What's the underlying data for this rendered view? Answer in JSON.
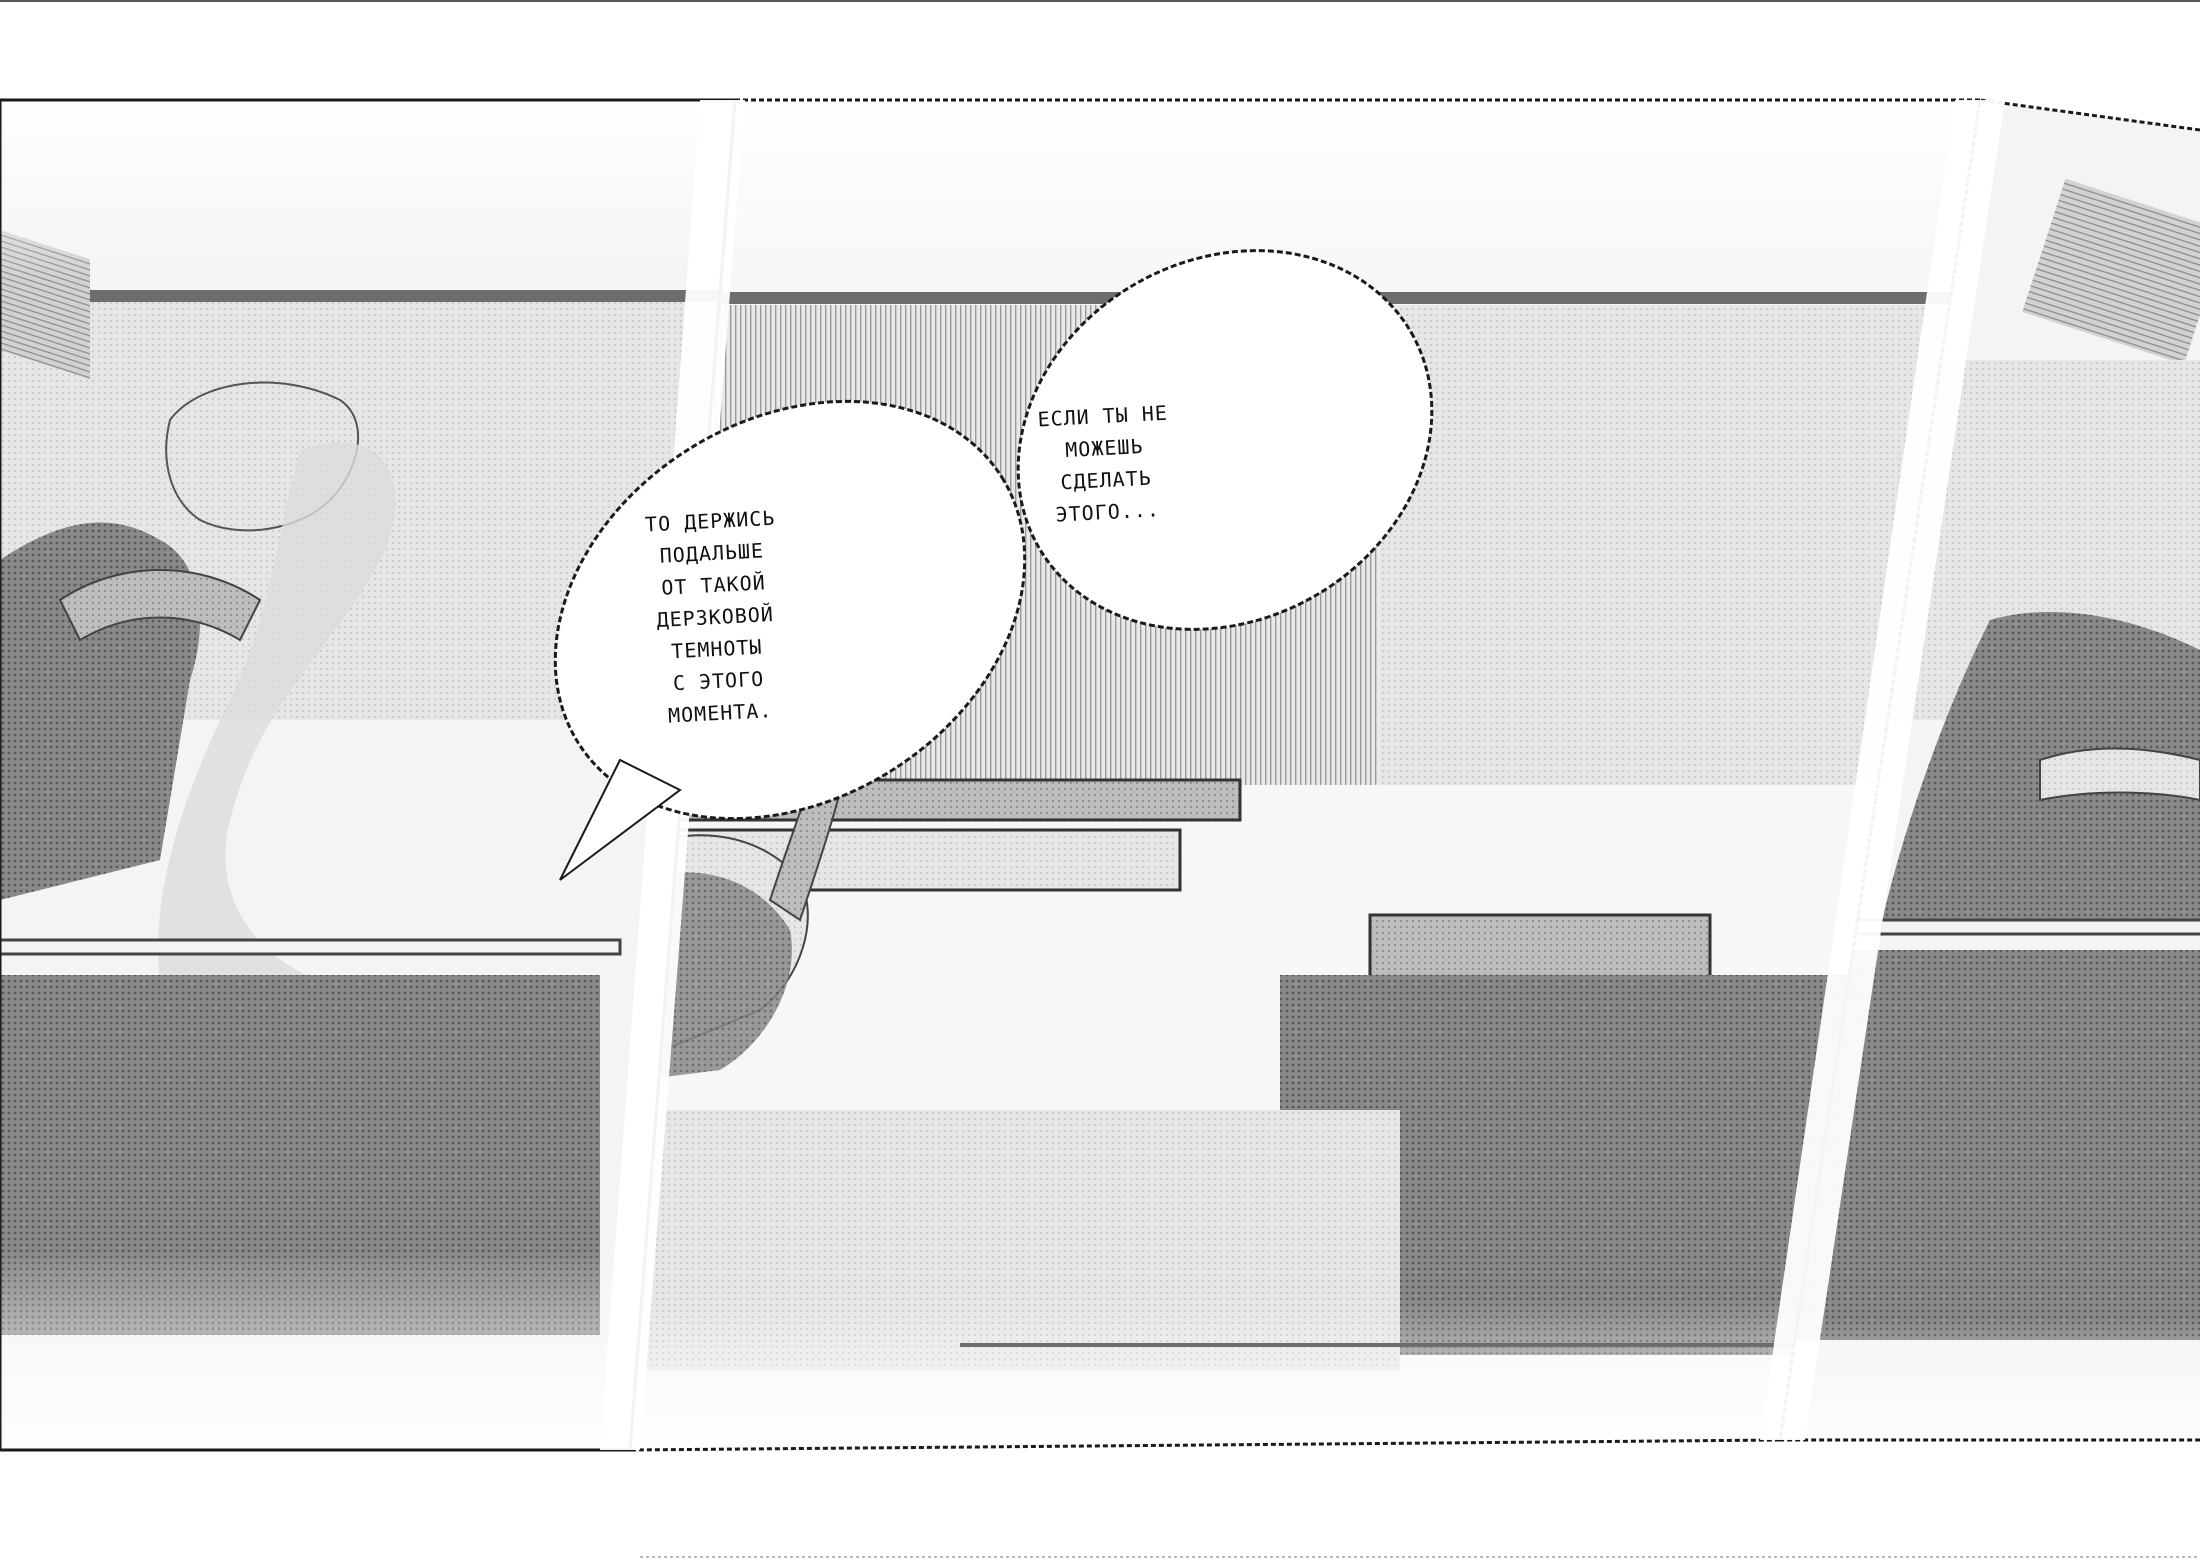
{
  "page": {
    "background_color": "#ffffff",
    "ink_color": "#111111",
    "screentone_dark": "#6e6e6e",
    "screentone_mid": "#a6a6a6",
    "screentone_light": "#d8d8d8"
  },
  "speech_bubbles": [
    {
      "id": "bubble-1",
      "lines": [
        "ЕСЛИ ТЫ НЕ",
        "МОЖЕШЬ",
        "СДЕЛАТЬ",
        "ЭТОГО..."
      ]
    },
    {
      "id": "bubble-2",
      "lines": [
        "ТО ДЕРЖИСЬ",
        "ПОДАЛЬШЕ",
        "ОТ ТАКОЙ",
        "ДЕРЗКОВОЙ",
        "ТЕМНОТЫ",
        "С ЭТОГО",
        "МОМЕНТА."
      ]
    }
  ]
}
